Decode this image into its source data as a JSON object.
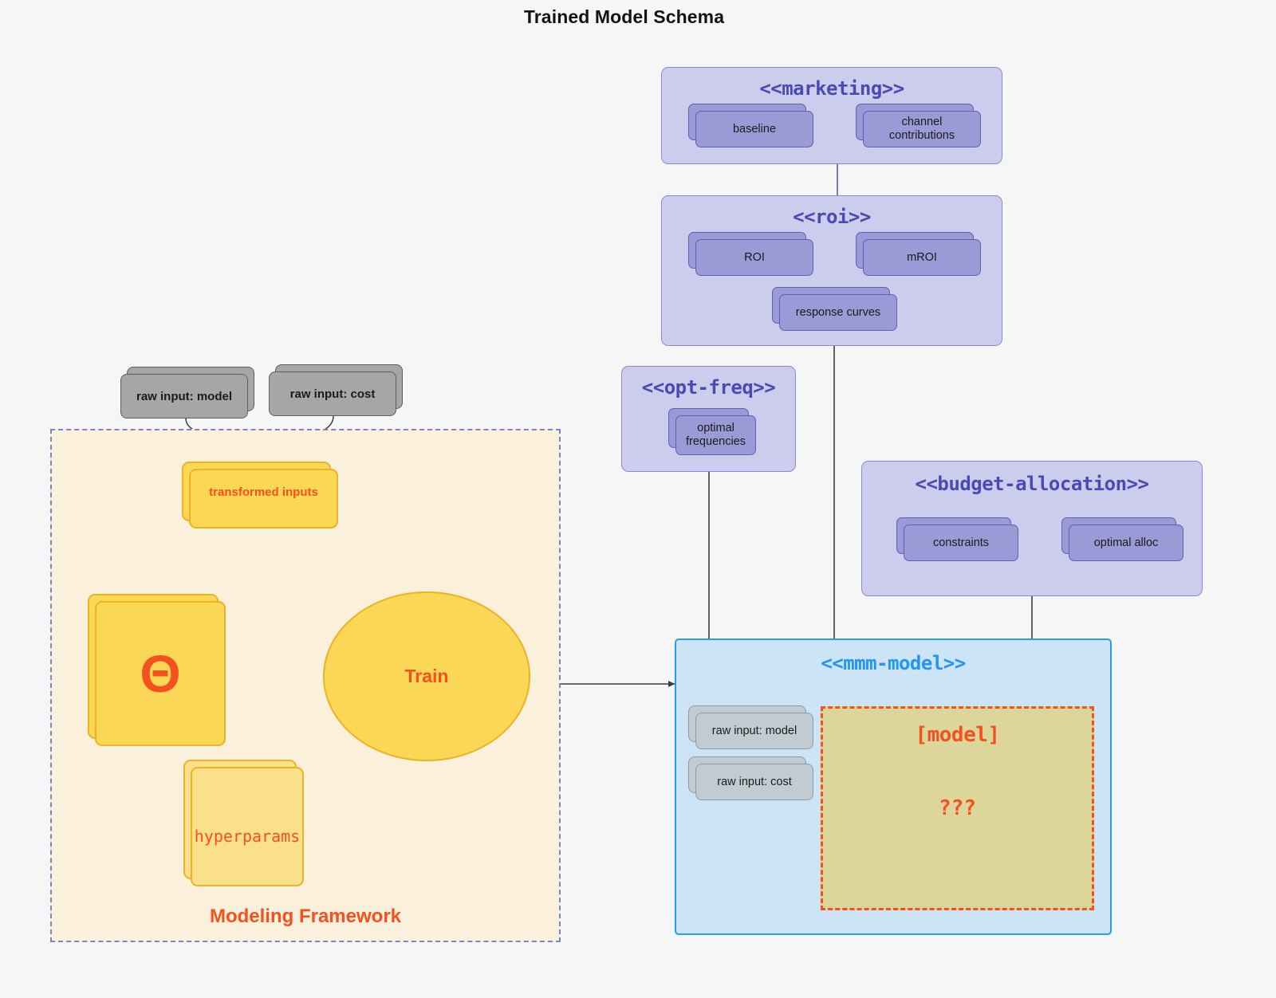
{
  "title": "Trained Model Schema",
  "background_color": "#f6f6f6",
  "palette": {
    "package_fill": "#ccccec",
    "package_border": "#8a8ad4",
    "package_title_color": "#4a4ab4",
    "node_purple_fill": "#9a9ad6",
    "node_purple_border": "#5f5fb5",
    "blue_package_fill": "#cde4f7",
    "blue_package_border": "#21a0f0",
    "blue_title_color": "#2196f3",
    "gray_dark_fill": "#a6a6a6",
    "gray_dark_border": "#5e5e5e",
    "gray_light_fill": "#c2cbd1",
    "gray_light_border": "#8f9ba3",
    "framework_fill": "#fbf0dc",
    "framework_border": "#7b84c8",
    "yellow_fill": "#fbd756",
    "yellow_pale_fill": "#fae08a",
    "yellow_border": "#edb21f",
    "accent_red": "#f4511e",
    "model_box_fill": "#ddd69b",
    "connector_gray": "#3c3c3c"
  },
  "packages": {
    "marketing": {
      "title": "<<marketing>>",
      "nodes": [
        {
          "label": "baseline"
        },
        {
          "label": "channel contributions"
        }
      ]
    },
    "roi": {
      "title": "<<roi>>",
      "nodes": [
        {
          "label": "ROI"
        },
        {
          "label": "mROI"
        },
        {
          "label": "response curves"
        }
      ]
    },
    "opt_freq": {
      "title": "<<opt-freq>>",
      "nodes": [
        {
          "label": "optimal\nfrequencies",
          "line1": "optimal",
          "line2": "frequencies"
        }
      ]
    },
    "budget_allocation": {
      "title": "<<budget-allocation>>",
      "nodes": [
        {
          "label": "constraints"
        },
        {
          "label": "optimal alloc"
        }
      ]
    },
    "mmm_model": {
      "title": "<<mmm-model>>",
      "inputs": [
        {
          "label": "raw input: model"
        },
        {
          "label": "raw input: cost"
        }
      ],
      "model_box": {
        "label": "[model]",
        "unknown": "???"
      }
    }
  },
  "raw_inputs": [
    {
      "label": "raw input: model"
    },
    {
      "label": "raw input: cost"
    }
  ],
  "framework": {
    "label": "Modeling Framework",
    "nodes": {
      "transformed_inputs": "transformed inputs",
      "theta": "Θ",
      "hyperparams": "hyperparams",
      "train": "Train"
    }
  }
}
